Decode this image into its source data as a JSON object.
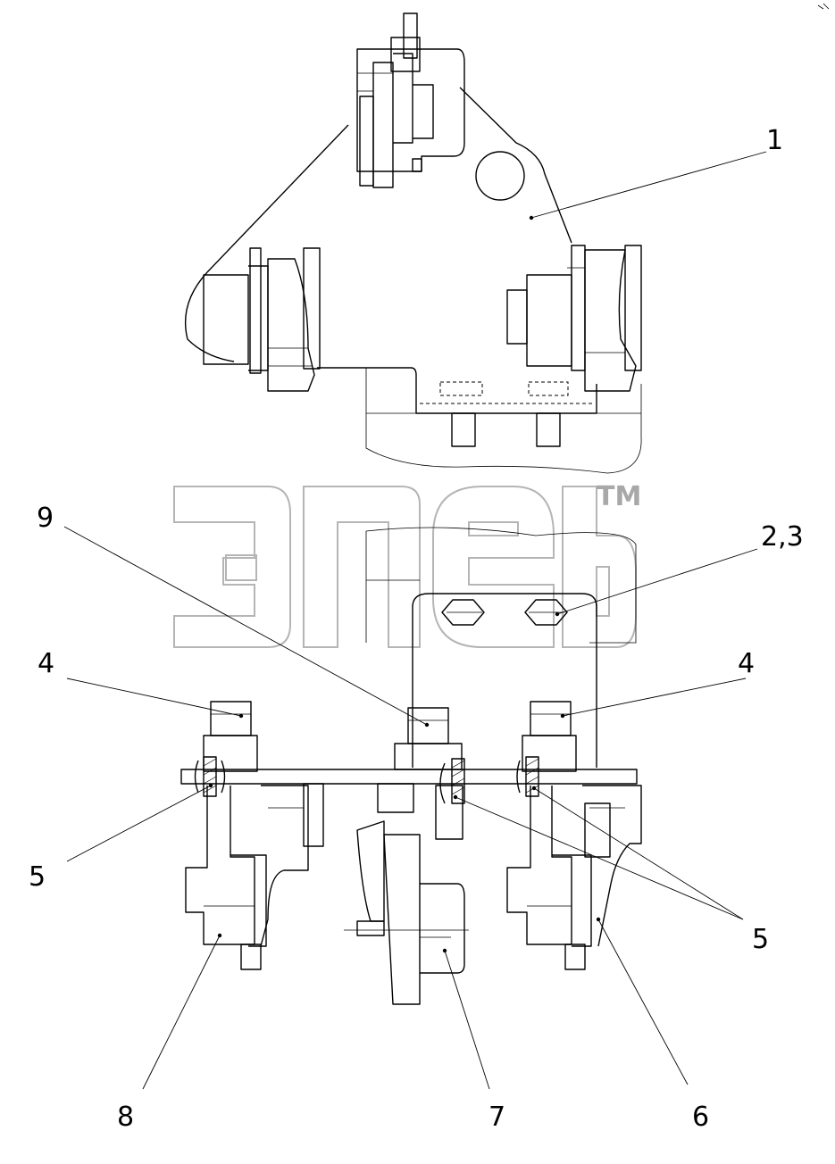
{
  "callouts": {
    "c1": "1",
    "c9": "9",
    "c23": "2,3",
    "c4_left": "4",
    "c4_right": "4",
    "c5_left": "5",
    "c5_right": "5",
    "c8": "8",
    "c7": "7",
    "c6": "6"
  },
  "watermark": {
    "trademark": "TM"
  },
  "colors": {
    "line": "#000000",
    "watermark": "#b5b5b5",
    "background": "#ffffff"
  }
}
